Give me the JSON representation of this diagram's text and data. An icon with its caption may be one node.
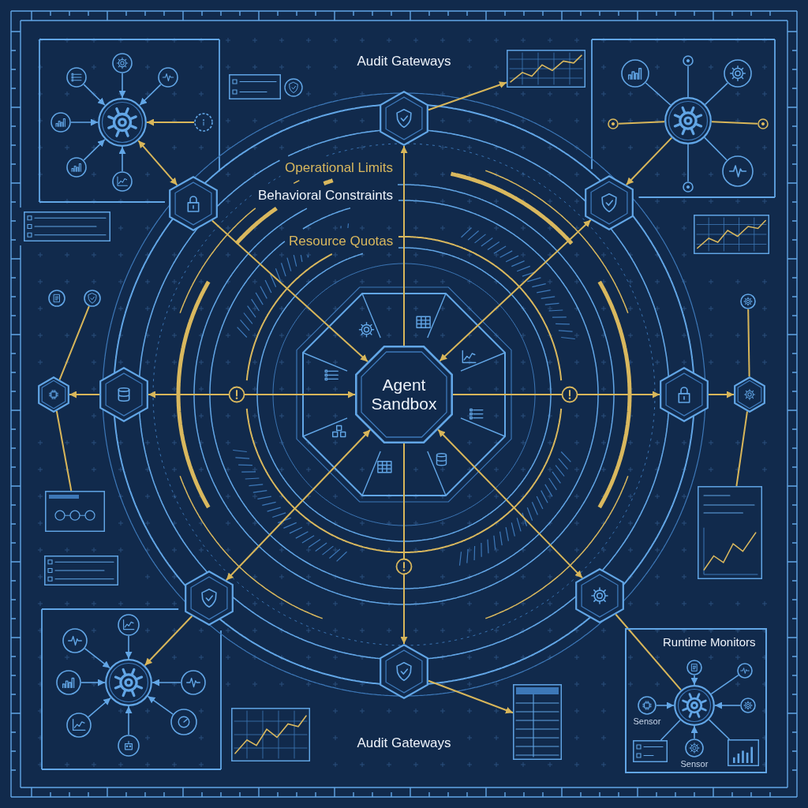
{
  "diagram": {
    "nodes": [
      {
        "text": [],
        "shape": "circle"
      },
      {
        "text": [],
        "shape": "circle"
      },
      {
        "text": [],
        "shape": "circle"
      },
      {
        "text": [],
        "shape": "circle"
      },
      {
        "text": [],
        "shape": "circle"
      },
      {
        "text": [],
        "shape": "circle"
      },
      {
        "text": [],
        "shape": "circle"
      },
      {
        "text": [],
        "shape": "circle"
      },
      {
        "text": [],
        "shape": "list"
      },
      {
        "text": [],
        "shape": "hexagon",
        "beside": [
          "Audit Gateways"
        ]
      },
      {
        "text": [],
        "shape": "chart"
      },
      {
        "text": [],
        "shape": "circle"
      },
      {
        "text": [],
        "shape": "circle"
      },
      {
        "text": [],
        "shape": "circle"
      },
      {
        "text": [],
        "shape": "circle"
      },
      {
        "text": [],
        "shape": "circle"
      },
      {
        "text": [],
        "shape": "circle"
      },
      {
        "text": [],
        "shape": "circle"
      },
      {
        "text": [],
        "shape": "circle"
      },
      {
        "text": [],
        "shape": "hexagon"
      },
      {
        "text": [],
        "shape": "hexagon"
      },
      {
        "text": [],
        "shape": "list"
      },
      {
        "text": [],
        "shape": "chart"
      },
      {
        "text": [],
        "shape": "circle"
      },
      {
        "text": [],
        "shape": "circle"
      },
      {
        "text": [],
        "shape": "circle"
      },
      {
        "text": [],
        "shape": "hexagon"
      },
      {
        "text": [],
        "shape": "hexagon"
      },
      {
        "text": [
          "Agent Sandbox"
        ]
      },
      {
        "text": [],
        "shape": "hexagon"
      },
      {
        "text": [],
        "shape": "hexagon"
      },
      {
        "text": [],
        "shape": "box"
      },
      {
        "text": [],
        "shape": "chart"
      },
      {
        "text": [],
        "shape": "list"
      },
      {
        "text": [],
        "shape": "hexagon"
      },
      {
        "text": [],
        "shape": "hexagon"
      },
      {
        "text": [],
        "shape": "circle"
      },
      {
        "text": [],
        "shape": "circle"
      },
      {
        "text": [],
        "shape": "circle"
      },
      {
        "text": [],
        "shape": "circle"
      },
      {
        "text": [],
        "shape": "circle"
      },
      {
        "text": [],
        "shape": "circle"
      },
      {
        "text": [],
        "shape": "circle"
      },
      {
        "text": [],
        "shape": "circle"
      },
      {
        "text": [],
        "shape": "hexagon",
        "beside": [
          "Audit Gateways"
        ]
      },
      {
        "text": [],
        "shape": "chart"
      },
      {
        "text": [],
        "shape": "table"
      },
      {
        "text": [
          "Runtime Monitors"
        ]
      },
      {
        "text": [],
        "shape": "circle",
        "in": 47
      },
      {
        "text": [],
        "shape": "circle",
        "in": 47
      },
      {
        "text": [
          "Sensor"
        ],
        "in": 47
      },
      {
        "text": [],
        "shape": "circle",
        "in": 47
      },
      {
        "text": [],
        "shape": "circle",
        "in": 47
      },
      {
        "text": [],
        "shape": "list",
        "in": 47
      },
      {
        "text": [
          "Sensor"
        ],
        "in": 47
      },
      {
        "text": [],
        "shape": "chart",
        "in": 47
      }
    ],
    "edges": [
      {
        "from": 1,
        "to": 0,
        "arrow": "to"
      },
      {
        "from": 2,
        "to": 0,
        "arrow": "to"
      },
      {
        "from": 3,
        "to": 0,
        "arrow": "to"
      },
      {
        "from": 4,
        "to": 0,
        "arrow": "to"
      },
      {
        "from": 5,
        "to": 0,
        "arrow": "to"
      },
      {
        "from": 6,
        "to": 0,
        "arrow": "to"
      },
      {
        "from": 7,
        "to": 0,
        "arrow": "to",
        "color": "#d8b65a"
      },
      {
        "from": 0,
        "to": 19,
        "arrow": "both",
        "color": "#d8b65a"
      },
      {
        "from": 9,
        "to": 10,
        "arrow": "to",
        "color": "#d8b65a"
      },
      {
        "from": 12,
        "to": 11,
        "arrow": "none"
      },
      {
        "from": 13,
        "to": 11,
        "arrow": "none"
      },
      {
        "from": 14,
        "to": 11,
        "arrow": "none"
      },
      {
        "from": 15,
        "to": 11,
        "arrow": "none",
        "color": "#d8b65a"
      },
      {
        "from": 16,
        "to": 11,
        "arrow": "none",
        "color": "#d8b65a"
      },
      {
        "from": 17,
        "to": 11,
        "arrow": "none"
      },
      {
        "from": 18,
        "to": 11,
        "arrow": "none"
      },
      {
        "from": 11,
        "to": 20,
        "arrow": "to",
        "color": "#d8b65a"
      },
      {
        "from": 28,
        "to": 9,
        "arrow": "to",
        "color": "#d8b65a"
      },
      {
        "from": 19,
        "to": 28,
        "arrow": "to",
        "color": "#d8b65a"
      },
      {
        "from": 28,
        "to": 20,
        "arrow": "both",
        "color": "#d8b65a"
      },
      {
        "from": 26,
        "to": 24,
        "arrow": "none",
        "color": "#d8b65a"
      },
      {
        "from": 30,
        "to": 25,
        "arrow": "none",
        "color": "#d8b65a"
      },
      {
        "from": 27,
        "to": 26,
        "arrow": "to",
        "color": "#d8b65a"
      },
      {
        "from": 27,
        "to": 28,
        "arrow": "both",
        "color": "#d8b65a"
      },
      {
        "from": 28,
        "to": 29,
        "arrow": "to",
        "color": "#d8b65a"
      },
      {
        "from": 29,
        "to": 30,
        "arrow": "to",
        "color": "#d8b65a"
      },
      {
        "from": 26,
        "to": 31,
        "arrow": "none",
        "color": "#d8b65a"
      },
      {
        "from": 30,
        "to": 32,
        "arrow": "none",
        "color": "#d8b65a"
      },
      {
        "from": 34,
        "to": 28,
        "arrow": "both",
        "color": "#d8b65a"
      },
      {
        "from": 28,
        "to": 35,
        "arrow": "both",
        "color": "#d8b65a"
      },
      {
        "from": 37,
        "to": 36,
        "arrow": "to"
      },
      {
        "from": 38,
        "to": 36,
        "arrow": "to"
      },
      {
        "from": 39,
        "to": 36,
        "arrow": "to"
      },
      {
        "from": 40,
        "to": 36,
        "arrow": "to"
      },
      {
        "from": 41,
        "to": 36,
        "arrow": "to"
      },
      {
        "from": 42,
        "to": 36,
        "arrow": "to"
      },
      {
        "from": 43,
        "to": 36,
        "arrow": "to"
      },
      {
        "from": 34,
        "to": 36,
        "arrow": "to",
        "color": "#d8b65a"
      },
      {
        "from": 28,
        "to": 44,
        "arrow": "to",
        "color": "#d8b65a"
      },
      {
        "from": 44,
        "to": 46,
        "arrow": "to",
        "color": "#d8b65a"
      },
      {
        "from": 48,
        "to": 51,
        "arrow": "to"
      },
      {
        "from": 49,
        "to": 51,
        "arrow": "none"
      },
      {
        "from": 50,
        "to": 51,
        "arrow": "to"
      },
      {
        "from": 52,
        "to": 51,
        "arrow": "to"
      },
      {
        "from": 51,
        "to": 53,
        "arrow": "none"
      },
      {
        "from": 54,
        "to": 51,
        "arrow": "to"
      },
      {
        "from": 51,
        "to": 55,
        "arrow": "none"
      },
      {
        "from": 35,
        "to": 51,
        "arrow": "none",
        "color": "#d8b65a"
      }
    ],
    "labels": [
      "Operational Limits",
      "Behavioral Constraints",
      "Resource Quotas"
    ]
  }
}
